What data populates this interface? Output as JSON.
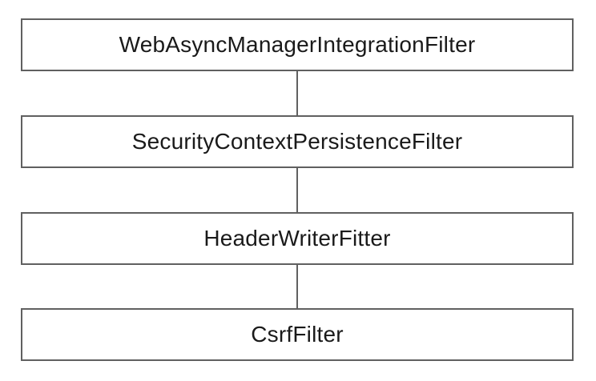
{
  "diagram": {
    "type": "vertical-flow",
    "nodes": [
      {
        "label": "WebAsyncManagerIntegrationFilter"
      },
      {
        "label": "SecurityContextPersistenceFilter"
      },
      {
        "label": "HeaderWriterFitter"
      },
      {
        "label": "CsrfFilter"
      }
    ],
    "edges": [
      {
        "from": 0,
        "to": 1
      },
      {
        "from": 1,
        "to": 2
      },
      {
        "from": 2,
        "to": 3
      }
    ],
    "colors": {
      "background": "#ffffff",
      "box_fill": "#ffffff",
      "box_border": "#606060",
      "connector": "#606060",
      "text": "#1a1a1a"
    }
  }
}
